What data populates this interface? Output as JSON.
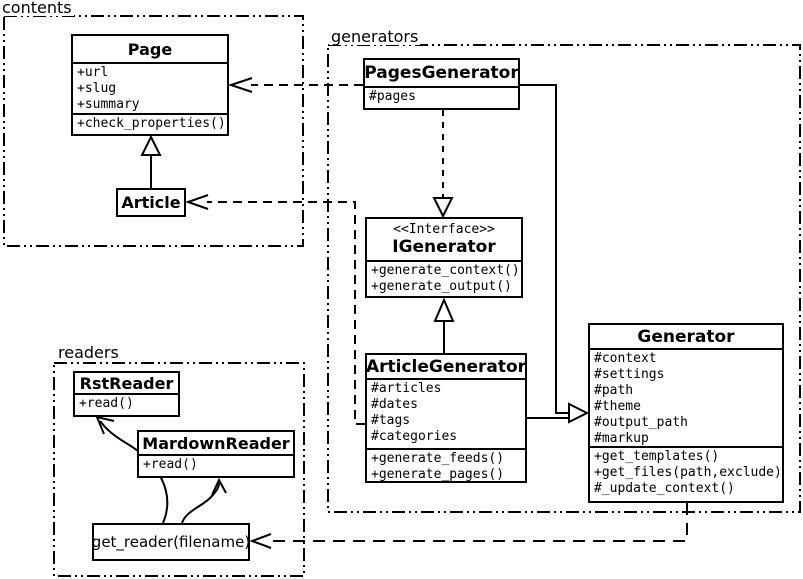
{
  "colors": {
    "line": "#000000",
    "background": "#ffffff"
  },
  "packages": {
    "contents": {
      "label": "contents"
    },
    "generators": {
      "label": "generators"
    },
    "readers": {
      "label": "readers"
    }
  },
  "classes": {
    "page": {
      "title": "Page",
      "attributes": [
        "+url",
        "+slug",
        "+summary"
      ],
      "methods": [
        "+check_properties()"
      ]
    },
    "article": {
      "title": "Article"
    },
    "pages_generator": {
      "title": "PagesGenerator",
      "attributes": [
        "#pages"
      ]
    },
    "igenerator": {
      "stereotype": "<<Interface>>",
      "title": "IGenerator",
      "methods": [
        "+generate_context()",
        "+generate_output()"
      ]
    },
    "article_generator": {
      "title": "ArticleGenerator",
      "attributes": [
        "#articles",
        "#dates",
        "#tags",
        "#categories"
      ],
      "methods": [
        "+generate_feeds()",
        "+generate_pages()"
      ]
    },
    "generator": {
      "title": "Generator",
      "attributes": [
        "#context",
        "#settings",
        "#path",
        "#theme",
        "#output_path",
        "#markup"
      ],
      "methods": [
        "+get_templates()",
        "+get_files(path,exclude)",
        "#_update_context()"
      ]
    },
    "rst_reader": {
      "title": "RstReader",
      "methods": [
        "+read()"
      ]
    },
    "mardown_reader": {
      "title": "MardownReader",
      "methods": [
        "+read()"
      ]
    },
    "get_reader": {
      "label": "get_reader(filename)"
    }
  }
}
